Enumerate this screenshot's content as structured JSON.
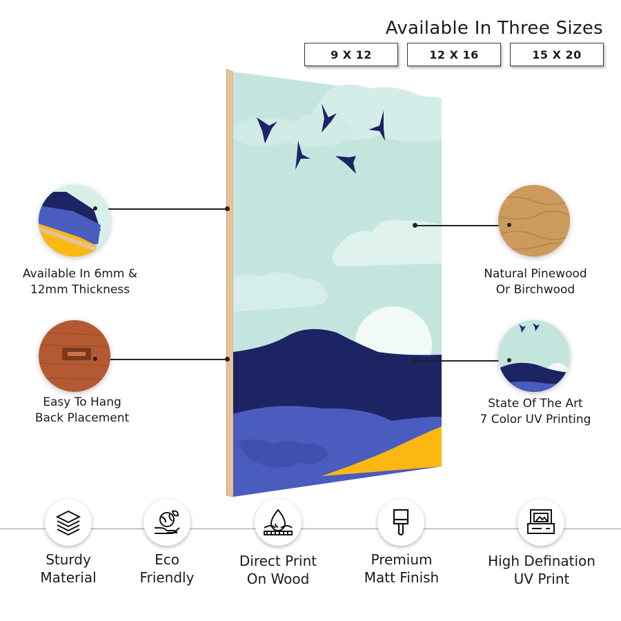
{
  "header": {
    "title": "Available In Three Sizes",
    "sizes": [
      "9 X 12",
      "12 X 16",
      "15 X 20"
    ]
  },
  "features_left": [
    {
      "line1": "Available In  6mm &",
      "line2": "12mm Thickness",
      "icon": "thickness-closeup-icon"
    },
    {
      "line1": "Easy To Hang",
      "line2": "Back Placement",
      "icon": "back-hanger-closeup-icon"
    }
  ],
  "features_right": [
    {
      "line1": "Natural Pinewood",
      "line2": "Or Birchwood",
      "icon": "wood-texture-closeup-icon"
    },
    {
      "line1": "State Of The Art",
      "line2": "7 Color UV Printing",
      "icon": "print-closeup-icon"
    }
  ],
  "bottom_features": [
    {
      "line1": "Sturdy",
      "line2": "Material",
      "icon": "layers-icon"
    },
    {
      "line1": "Eco",
      "line2": "Friendly",
      "icon": "eco-hand-globe-icon"
    },
    {
      "line1": "Direct Print",
      "line2": "On Wood",
      "icon": "water-drop-icon"
    },
    {
      "line1": "Premium",
      "line2": "Matt Finish",
      "icon": "paint-brush-icon"
    },
    {
      "line1": "High Defination",
      "line2": "UV Print",
      "icon": "printer-icon"
    }
  ],
  "colors": {
    "sky": "#c4e5de",
    "cloud": "#dff2ee",
    "mountain_dark": "#1d2463",
    "water_blue": "#4a5cbe",
    "sand_yellow": "#fbb813",
    "wood_edge": "#e6c9a4",
    "bird": "#1b2566"
  }
}
